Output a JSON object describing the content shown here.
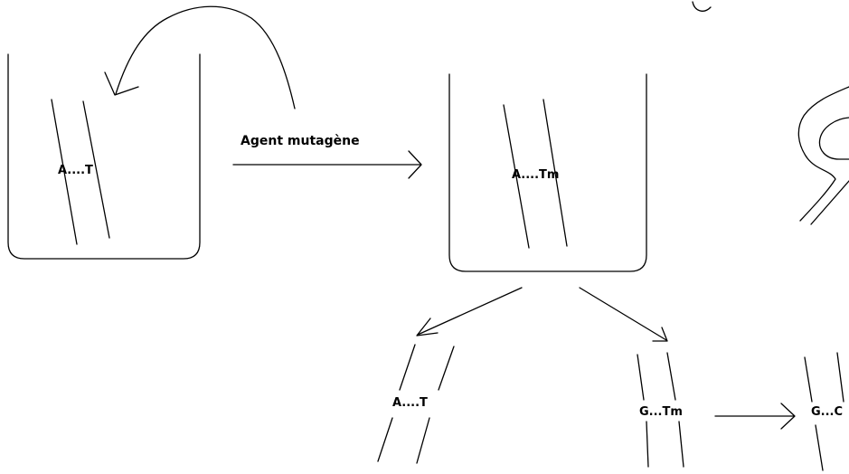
{
  "labels": {
    "agent": "Agent mutagène",
    "pair_initial": "A....T",
    "pair_mutated": "A....Tm",
    "pair_left_child": "A....T",
    "pair_right_child": "G...Tm",
    "pair_final": "G...C"
  },
  "icons": {
    "beaker": "beaker-icon",
    "arrow": "arrow-icon",
    "dna": "dna-strand-icon"
  },
  "colors": {
    "ink": "#000000",
    "background": "#ffffff"
  }
}
